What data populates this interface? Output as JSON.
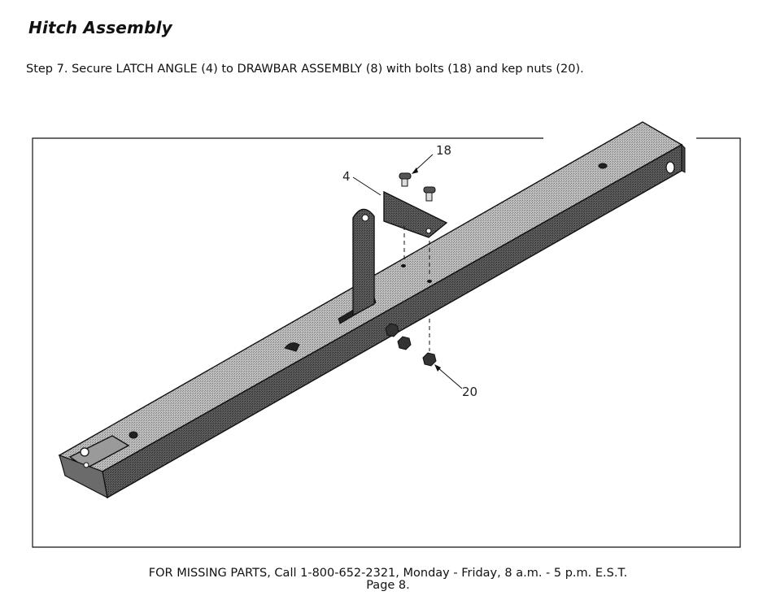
{
  "header": {
    "title": "Hitch Assembly"
  },
  "instruction": {
    "step_text": "Step 7.  Secure LATCH ANGLE (4) to DRAWBAR ASSEMBLY (8) with bolts (18) and kep nuts (20)."
  },
  "diagram": {
    "callouts": {
      "latch_angle": "4",
      "bolts": "18",
      "kep_nuts": "20"
    }
  },
  "footer": {
    "contact_line": "FOR MISSING PARTS, Call 1-800-652-2321, Monday - Friday, 8 a.m. - 5 p.m. E.S.T.",
    "page_label": "Page 8."
  }
}
